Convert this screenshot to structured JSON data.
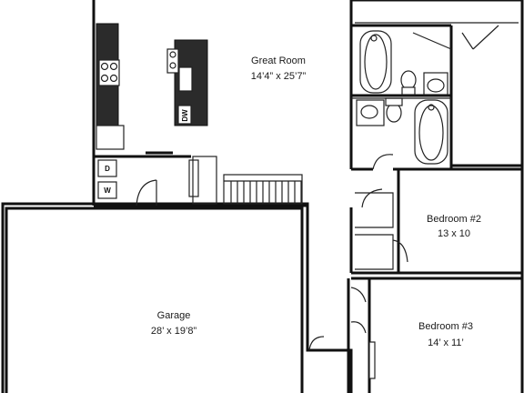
{
  "rooms": {
    "great_room": {
      "name": "Great Room",
      "dims": "14’4” x 25’7”"
    },
    "bedroom2": {
      "name": "Bedroom #2",
      "dims": "13 x 10"
    },
    "bedroom3": {
      "name": "Bedroom #3",
      "dims": "14’ x 11’"
    },
    "garage": {
      "name": "Garage",
      "dims": "28’ x 19’8”"
    }
  },
  "appliances": {
    "washer": "W",
    "dryer": "D",
    "dishwasher": "DW"
  }
}
